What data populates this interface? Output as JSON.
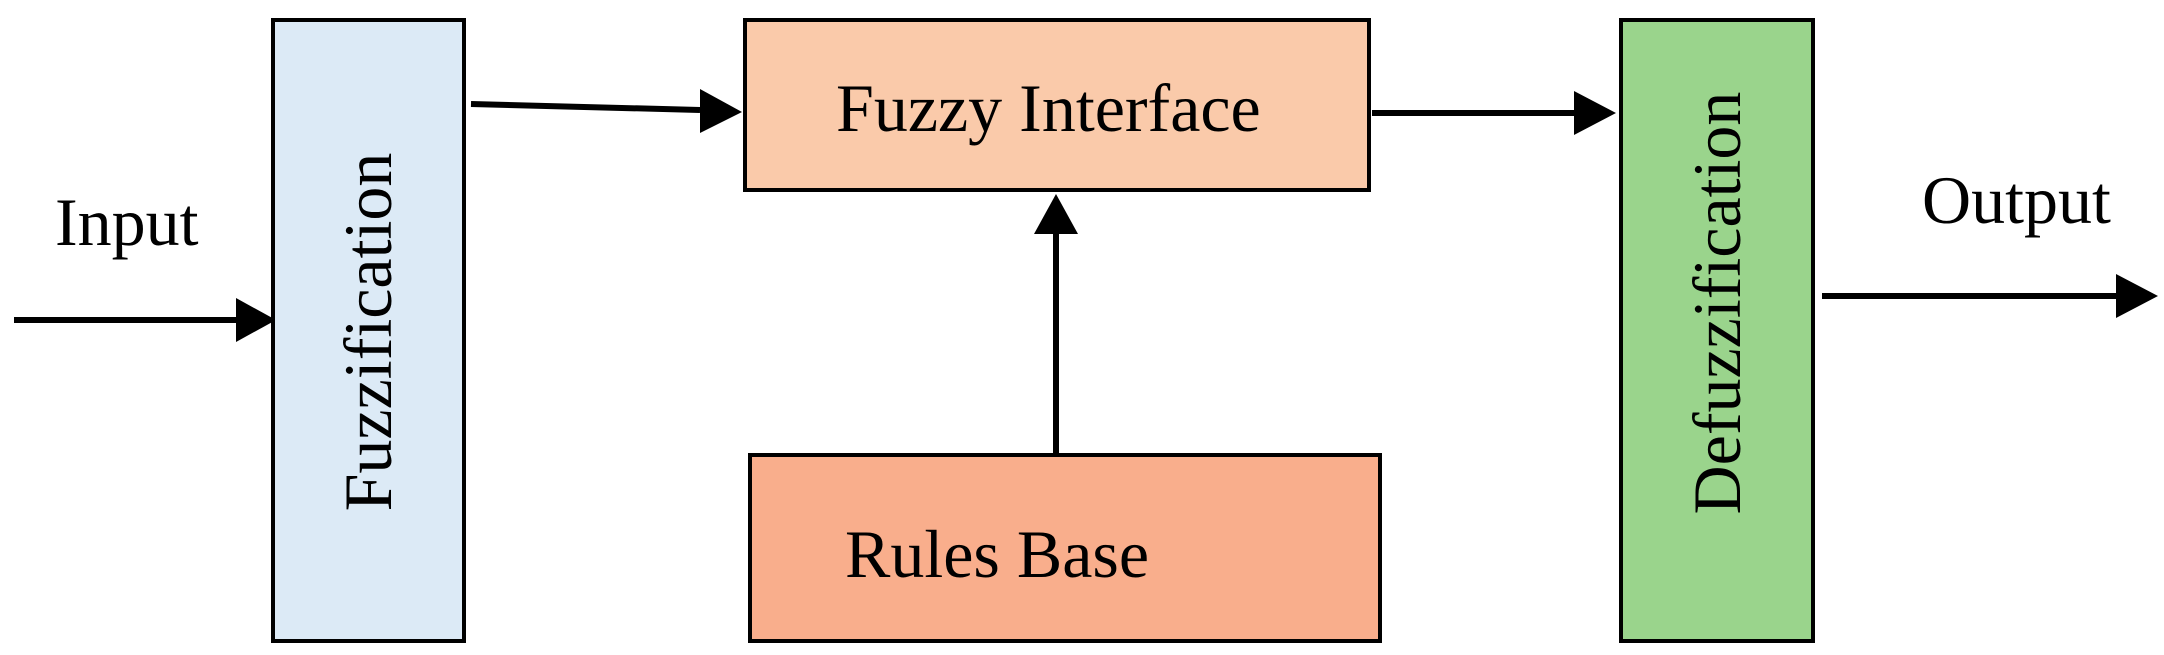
{
  "diagram": {
    "input_label": "Input",
    "output_label": "Output",
    "fuzzification_label": "Fuzzification",
    "fuzzy_interface_label": "Fuzzy Interface",
    "rules_base_label": "Rules Base",
    "defuzzification_label": "Defuzzification"
  },
  "colors": {
    "fuzzification_fill": "#DCEAF6",
    "fuzzy_interface_fill": "#FACAAA",
    "rules_base_fill": "#F9AE8C",
    "defuzzification_fill": "#9AD48C",
    "stroke": "#000000"
  }
}
